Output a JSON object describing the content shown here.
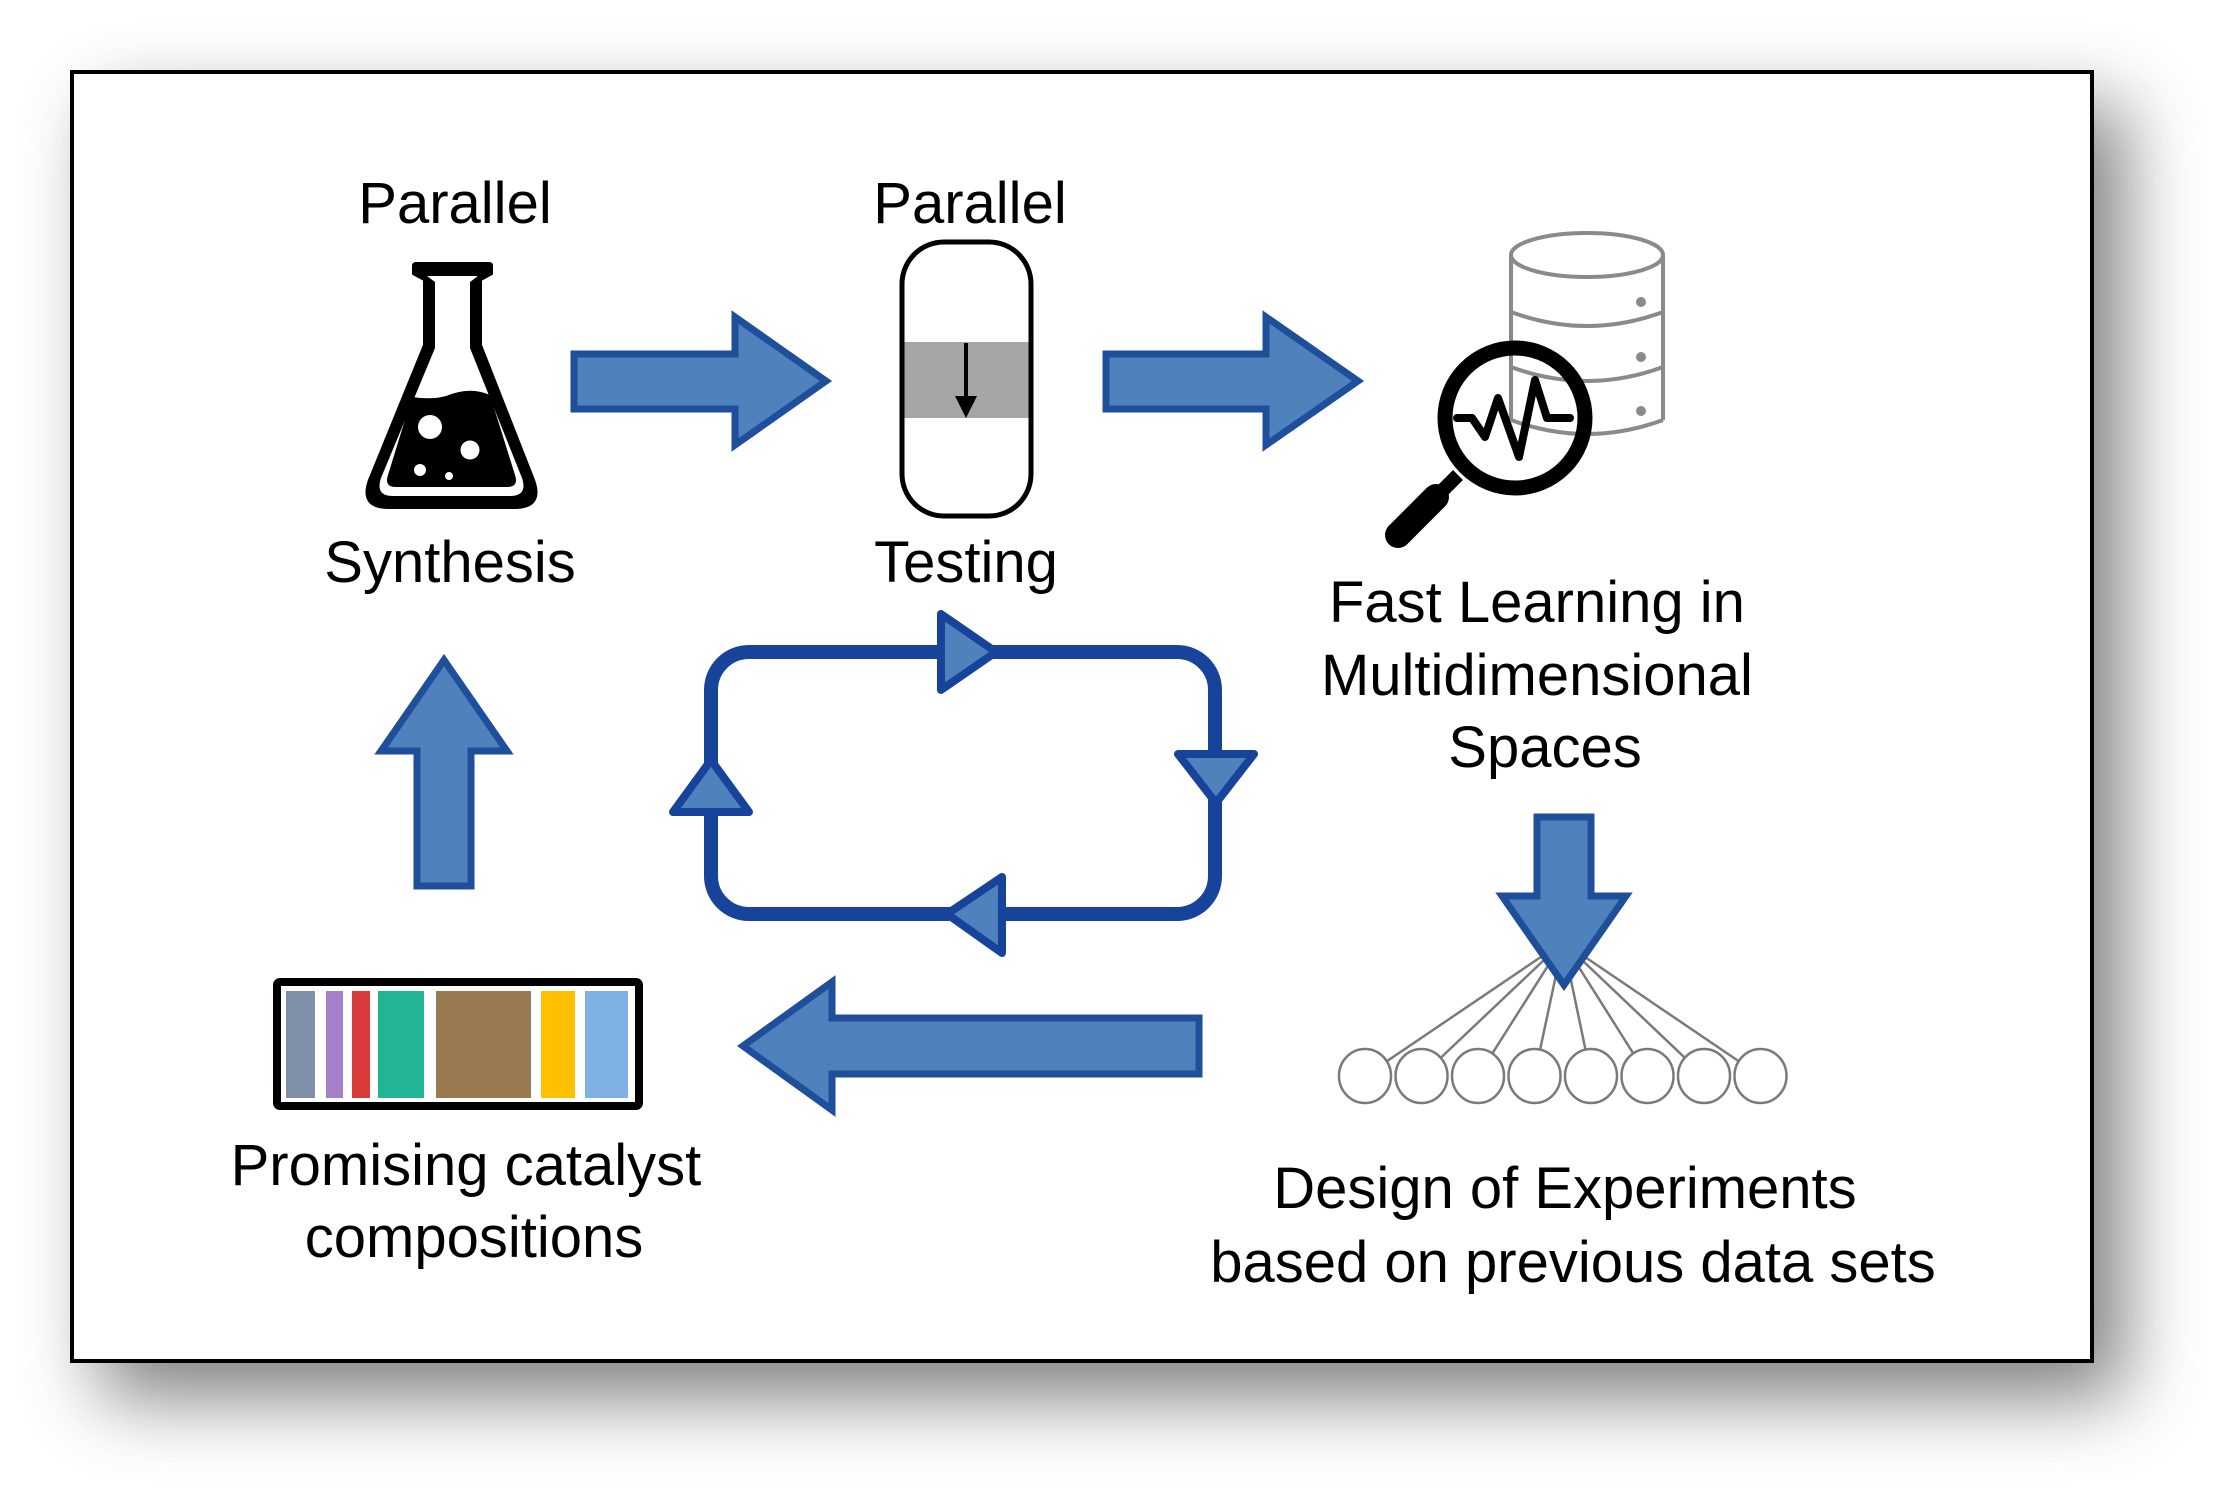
{
  "figure": {
    "type": "workflow-cycle-diagram",
    "colors": {
      "arrow_fill": "#4F81BD",
      "arrow_stroke": "#1F4E9A",
      "cycle_stroke": "#17449A",
      "frame_border": "#000000",
      "test_band": "#A6A6A6",
      "database_stroke": "#8A8A8A",
      "network_stroke": "#7A7A7A"
    }
  },
  "steps": {
    "synthesis": {
      "title": "Parallel",
      "label": "Synthesis",
      "icon": "flask-icon"
    },
    "testing": {
      "title": "Parallel",
      "label": "Testing",
      "icon": "test-tube-icon"
    },
    "learning": {
      "lines": [
        "Fast Learning in",
        "Multidimensional",
        "Spaces"
      ],
      "icon": "database-magnifier-icon"
    },
    "design": {
      "lines": [
        "Design of Experiments",
        "based on previous data sets"
      ],
      "icon": "neural-network-icon",
      "node_count": 8
    },
    "compositions": {
      "lines": [
        "Promising catalyst",
        "compositions"
      ],
      "icon": "composition-bar-icon",
      "stripes": [
        {
          "name": "gray",
          "color": "#7F8FA9"
        },
        {
          "name": "purple",
          "color": "#A57FC8"
        },
        {
          "name": "red",
          "color": "#DA3B3B"
        },
        {
          "name": "teal",
          "color": "#21B495"
        },
        {
          "name": "brown",
          "color": "#9A7A51"
        },
        {
          "name": "yellow",
          "color": "#FFC000"
        },
        {
          "name": "light-blue",
          "color": "#7FB1E5"
        }
      ]
    }
  },
  "flow": [
    {
      "from": "synthesis",
      "to": "testing",
      "direction": "right"
    },
    {
      "from": "testing",
      "to": "learning",
      "direction": "right"
    },
    {
      "from": "learning",
      "to": "design",
      "direction": "down"
    },
    {
      "from": "design",
      "to": "compositions",
      "direction": "left"
    },
    {
      "from": "compositions",
      "to": "synthesis",
      "direction": "up"
    }
  ],
  "cycle_icon": {
    "name": "clockwise-cycle-icon",
    "direction": "clockwise"
  }
}
